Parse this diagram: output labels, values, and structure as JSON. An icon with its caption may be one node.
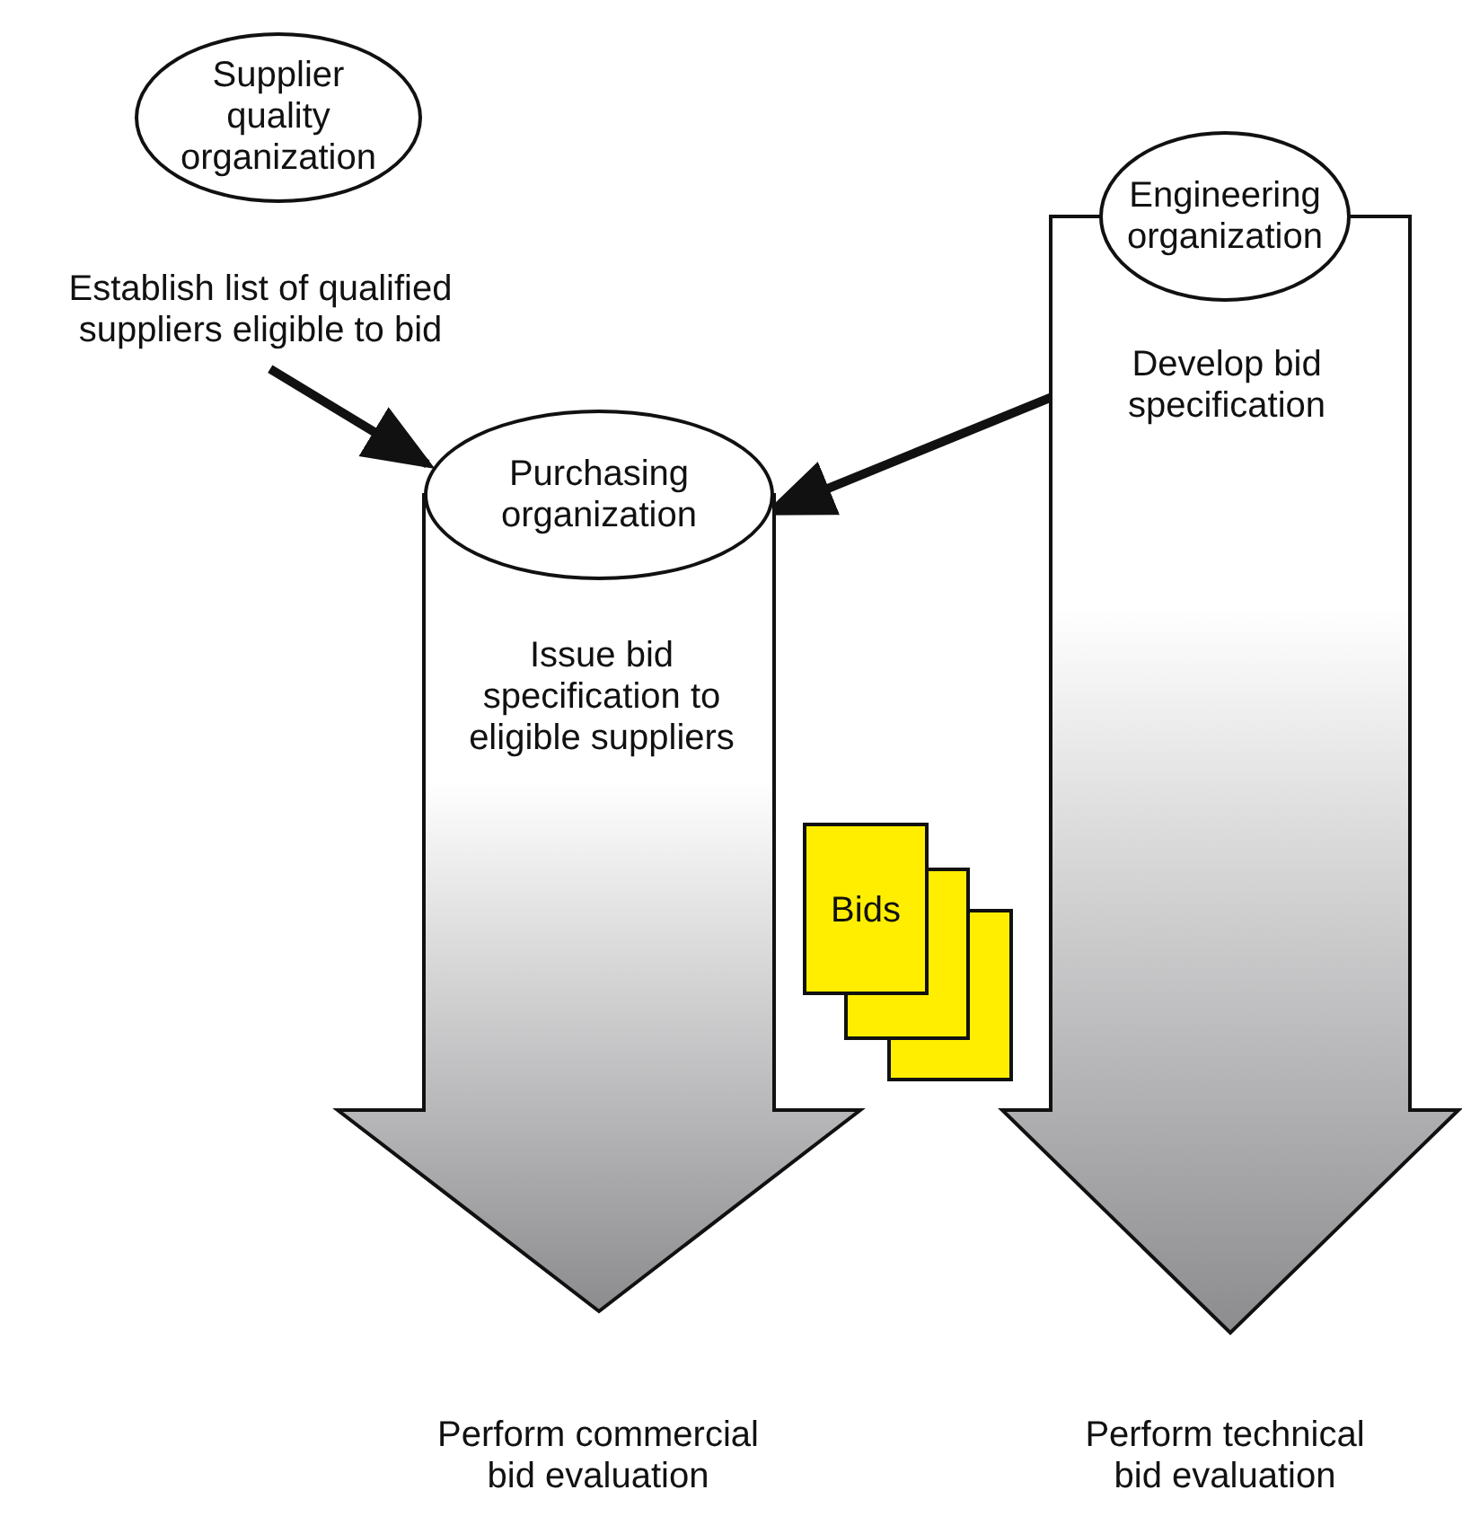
{
  "diagram": {
    "nodes": [
      {
        "text": [
          "Supplier quality organization"
        ]
      },
      {
        "text": [
          "Establish list of qualified suppliers eligible to bid"
        ]
      },
      {
        "text": [
          "Engineering organization"
        ]
      },
      {
        "text": [
          "Develop bid specification"
        ]
      },
      {
        "text": [
          "Purchasing organization"
        ]
      },
      {
        "text": [
          "Bids"
        ]
      },
      {
        "text": [
          "Perform commercial bid evaluation"
        ]
      },
      {
        "text": [
          "Perform technical bid evaluation"
        ]
      }
    ],
    "edges": [
      {
        "from": 1,
        "to": 4,
        "arrow": "to"
      },
      {
        "from": 3,
        "to": 4,
        "arrow": "to"
      },
      {
        "from": 4,
        "to": 6,
        "arrow": "to",
        "style": "thick",
        "label": "Issue bid specification to eligible suppliers"
      },
      {
        "from": 2,
        "to": 7,
        "arrow": "to",
        "style": "thick"
      }
    ]
  }
}
